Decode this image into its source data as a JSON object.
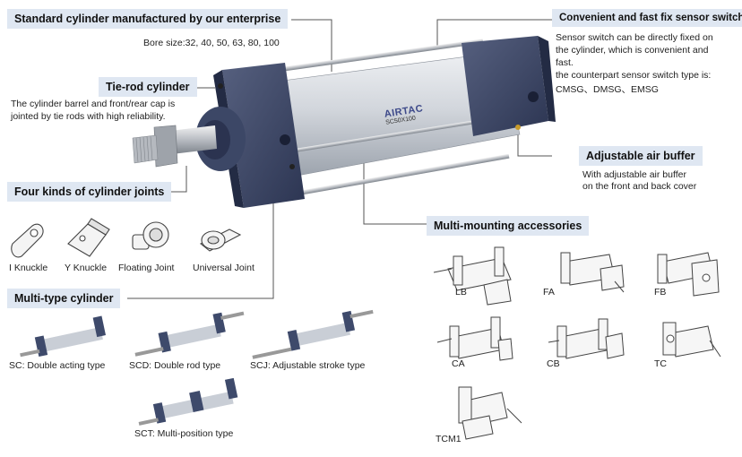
{
  "callouts": {
    "standard": {
      "title": "Standard cylinder manufactured by our enterprise",
      "text": "Bore size:32, 40, 50, 63, 80, 100"
    },
    "tierod": {
      "title": "Tie-rod cylinder",
      "line1": "The cylinder barrel and front/rear cap is",
      "line2": "jointed by tie rods with high reliability."
    },
    "joints": {
      "title": "Four kinds of cylinder joints"
    },
    "multitype": {
      "title": "Multi-type cylinder"
    },
    "sensor": {
      "title": "Convenient and fast fix sensor switch",
      "line1": "Sensor switch can be directly fixed on",
      "line2": "the cylinder, which is convenient and",
      "line3": "fast.",
      "line4": "the counterpart sensor switch type is:",
      "line5": "CMSG、DMSG、EMSG"
    },
    "buffer": {
      "title": "Adjustable air buffer",
      "line1": "With adjustable air buffer",
      "line2": "on the front and back cover"
    },
    "mounting": {
      "title": "Multi-mounting accessories"
    }
  },
  "cylinder_label": {
    "brand": "AIRTAC",
    "model": "SC50X100"
  },
  "joints": [
    "I Knuckle",
    "Y Knuckle",
    "Floating Joint",
    "Universal Joint"
  ],
  "types": [
    "SC: Double acting type",
    "SCD: Double rod type",
    "SCJ: Adjustable stroke type",
    "SCT: Multi-position type"
  ],
  "mounts": [
    "LB",
    "FA",
    "FB",
    "CA",
    "CB",
    "TC",
    "TCM1"
  ],
  "colors": {
    "tag_bg": "#dfe7f2",
    "cap": "#3e4a6b",
    "barrel": "#c9ced6",
    "line": "#555555"
  }
}
